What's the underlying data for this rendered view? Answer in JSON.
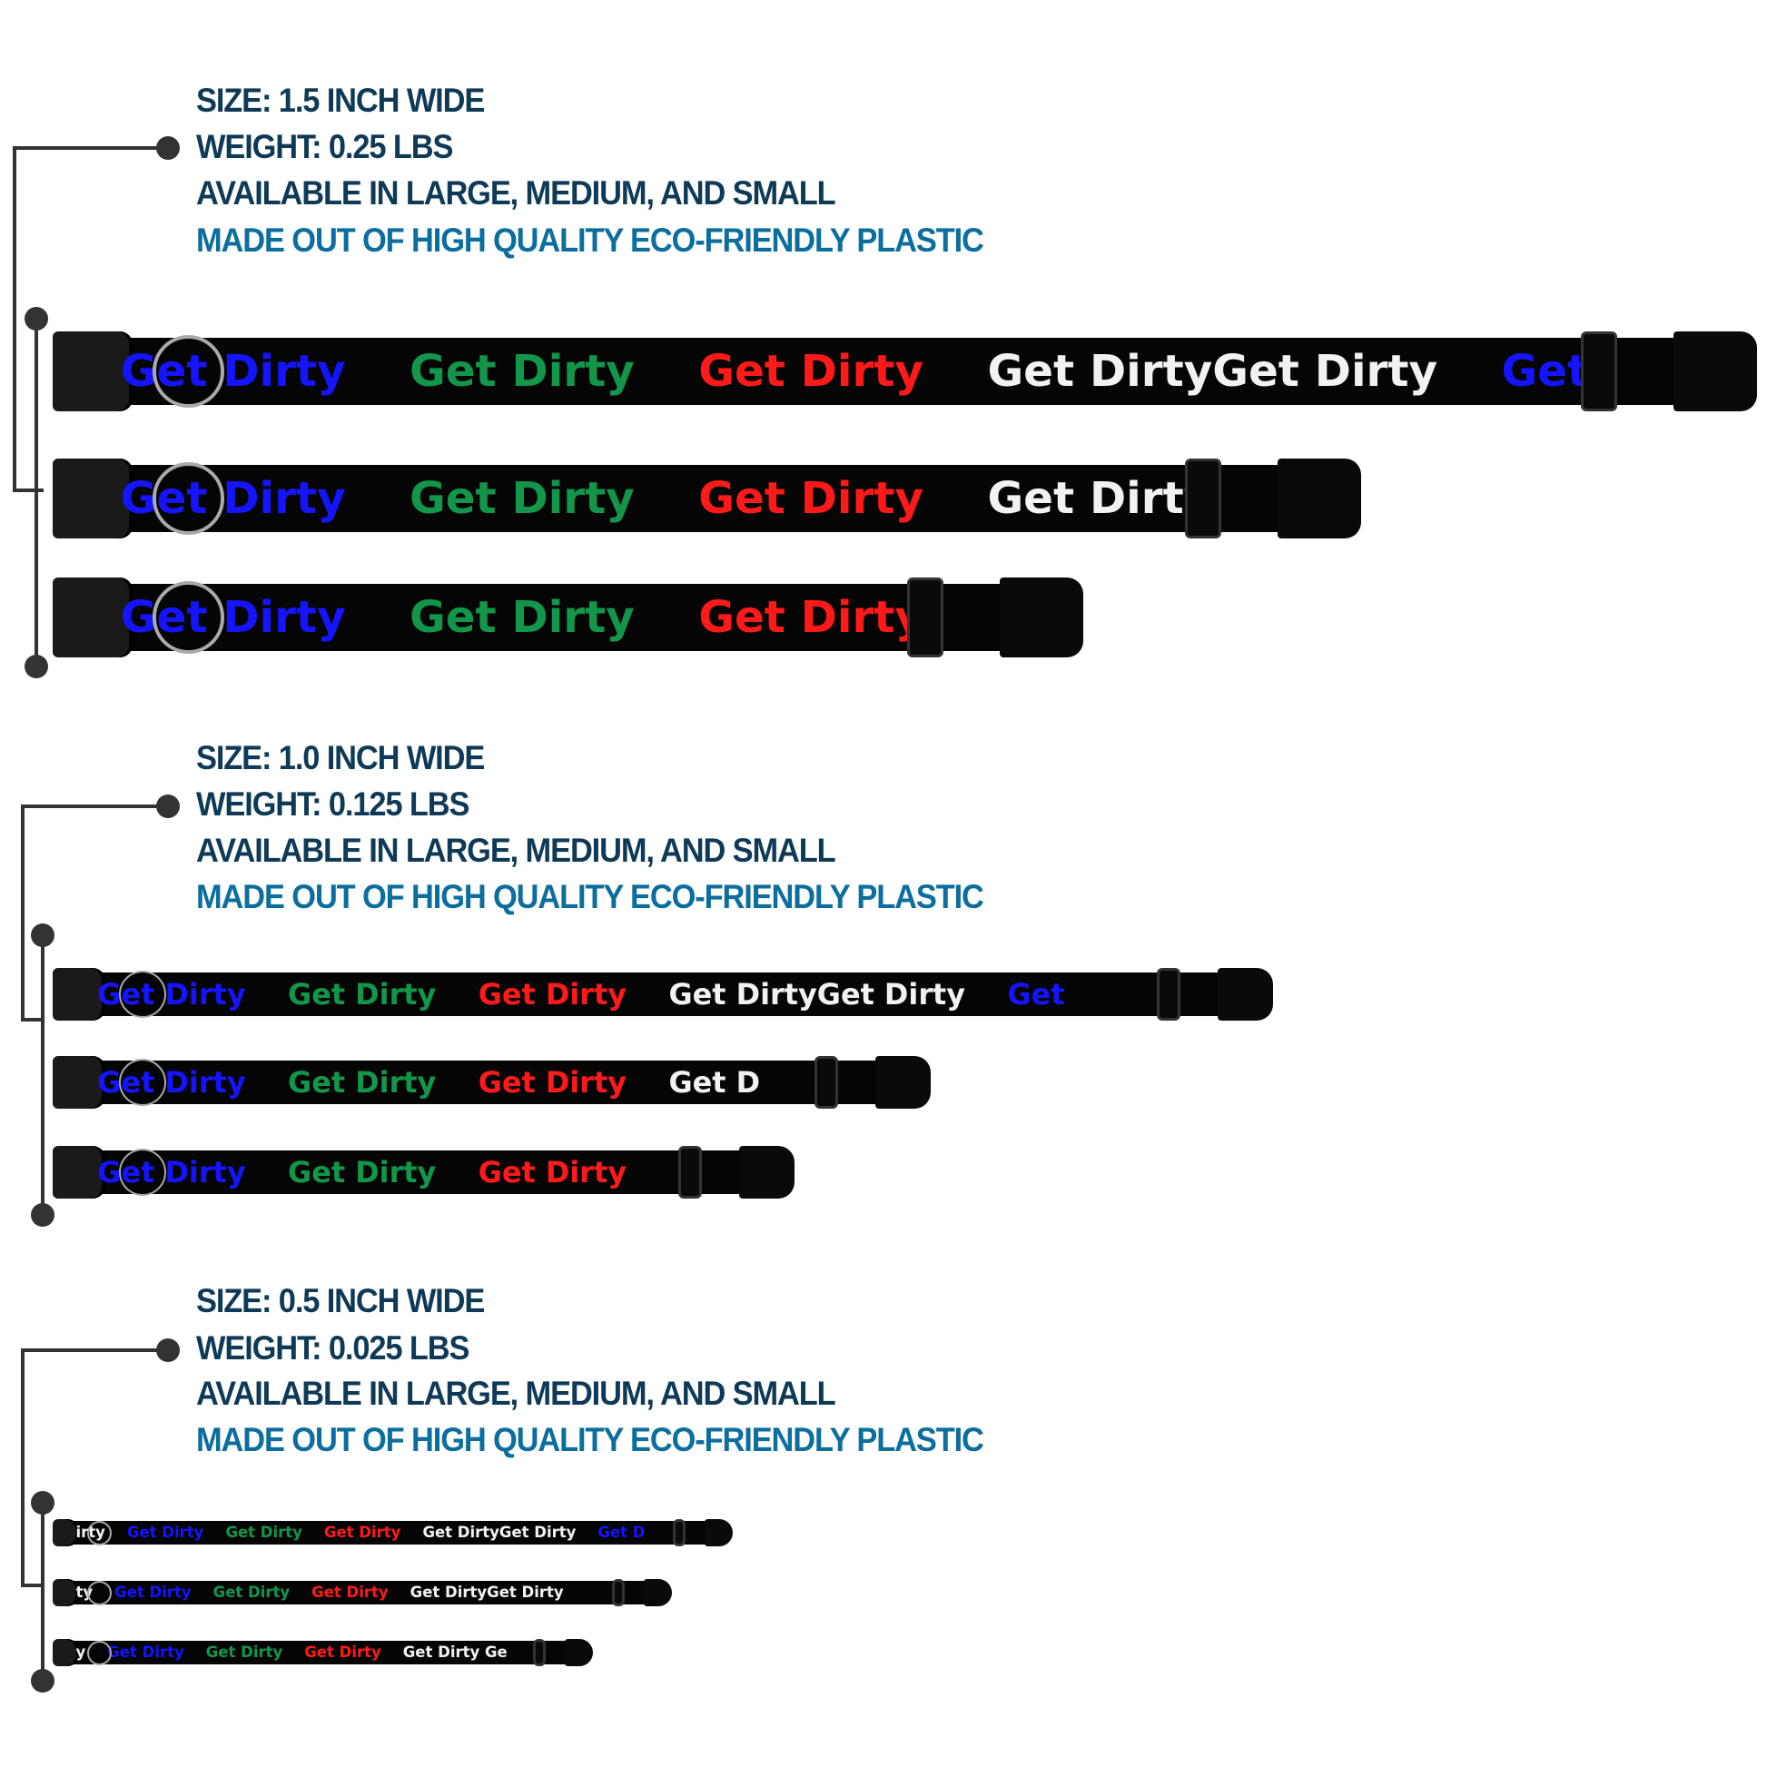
{
  "palette": {
    "dark_text": "#0e3a57",
    "accent_text": "#0b6e9f",
    "blue": "#1414ff",
    "green": "#12964a",
    "red": "#ff1a1a",
    "white": "#f2f2f2"
  },
  "sections": [
    {
      "lines": [
        "SIZE: 1.5 INCH WIDE",
        "WEIGHT: 0.25 LBS",
        "AVAILABLE IN LARGE, MEDIUM, AND SMALL",
        "MADE OUT OF HIGH QUALITY ECO-FRIENDLY PLASTIC"
      ],
      "collars": [
        {
          "size": "large",
          "segments": [
            {
              "text": "Get Dirty",
              "color": "blue"
            },
            {
              "text": "Get Dirty",
              "color": "green"
            },
            {
              "text": "Get Dirty",
              "color": "red"
            },
            {
              "text": "Get DirtyGet Dirty",
              "color": "white"
            },
            {
              "text": "Get",
              "color": "blue"
            }
          ]
        },
        {
          "size": "medium",
          "segments": [
            {
              "text": "Get Dirty",
              "color": "blue"
            },
            {
              "text": "Get Dirty",
              "color": "green"
            },
            {
              "text": "Get Dirty",
              "color": "red"
            },
            {
              "text": "Get Dirty",
              "color": "white"
            }
          ]
        },
        {
          "size": "small",
          "segments": [
            {
              "text": "Get Dirty",
              "color": "blue"
            },
            {
              "text": "Get Dirty",
              "color": "green"
            },
            {
              "text": "Get Dirty",
              "color": "red"
            }
          ]
        }
      ]
    },
    {
      "lines": [
        "SIZE: 1.0 INCH WIDE",
        "WEIGHT: 0.125 LBS",
        "AVAILABLE IN LARGE, MEDIUM, AND SMALL",
        "MADE OUT OF HIGH QUALITY ECO-FRIENDLY PLASTIC"
      ],
      "collars": [
        {
          "size": "large",
          "segments": [
            {
              "text": "Get Dirty",
              "color": "blue"
            },
            {
              "text": "Get Dirty",
              "color": "green"
            },
            {
              "text": "Get Dirty",
              "color": "red"
            },
            {
              "text": "Get DirtyGet Dirty",
              "color": "white"
            },
            {
              "text": "Get",
              "color": "blue"
            }
          ]
        },
        {
          "size": "medium",
          "segments": [
            {
              "text": "Get Dirty",
              "color": "blue"
            },
            {
              "text": "Get Dirty",
              "color": "green"
            },
            {
              "text": "Get Dirty",
              "color": "red"
            },
            {
              "text": "Get D",
              "color": "white"
            }
          ]
        },
        {
          "size": "small",
          "segments": [
            {
              "text": "Get Dirty",
              "color": "blue"
            },
            {
              "text": "Get Dirty",
              "color": "green"
            },
            {
              "text": "Get Dirty",
              "color": "red"
            }
          ]
        }
      ]
    },
    {
      "lines": [
        "SIZE: 0.5 INCH WIDE",
        "WEIGHT: 0.025 LBS",
        "AVAILABLE IN LARGE, MEDIUM, AND SMALL",
        "MADE OUT OF HIGH QUALITY ECO-FRIENDLY PLASTIC"
      ],
      "collars": [
        {
          "size": "large",
          "segments": [
            {
              "text": "irty",
              "color": "white"
            },
            {
              "text": "Get Dirty",
              "color": "blue"
            },
            {
              "text": "Get Dirty",
              "color": "green"
            },
            {
              "text": "Get Dirty",
              "color": "red"
            },
            {
              "text": "Get DirtyGet Dirty",
              "color": "white"
            },
            {
              "text": "Get D",
              "color": "blue"
            }
          ]
        },
        {
          "size": "medium",
          "segments": [
            {
              "text": "ty",
              "color": "white"
            },
            {
              "text": "Get Dirty",
              "color": "blue"
            },
            {
              "text": "Get Dirty",
              "color": "green"
            },
            {
              "text": "Get Dirty",
              "color": "red"
            },
            {
              "text": "Get DirtyGet Dirty",
              "color": "white"
            }
          ]
        },
        {
          "size": "small",
          "segments": [
            {
              "text": "y",
              "color": "white"
            },
            {
              "text": "Get Dirty",
              "color": "blue"
            },
            {
              "text": "Get Dirty",
              "color": "green"
            },
            {
              "text": "Get Dirty",
              "color": "red"
            },
            {
              "text": "Get Dirty Ge",
              "color": "white"
            }
          ]
        }
      ]
    }
  ]
}
